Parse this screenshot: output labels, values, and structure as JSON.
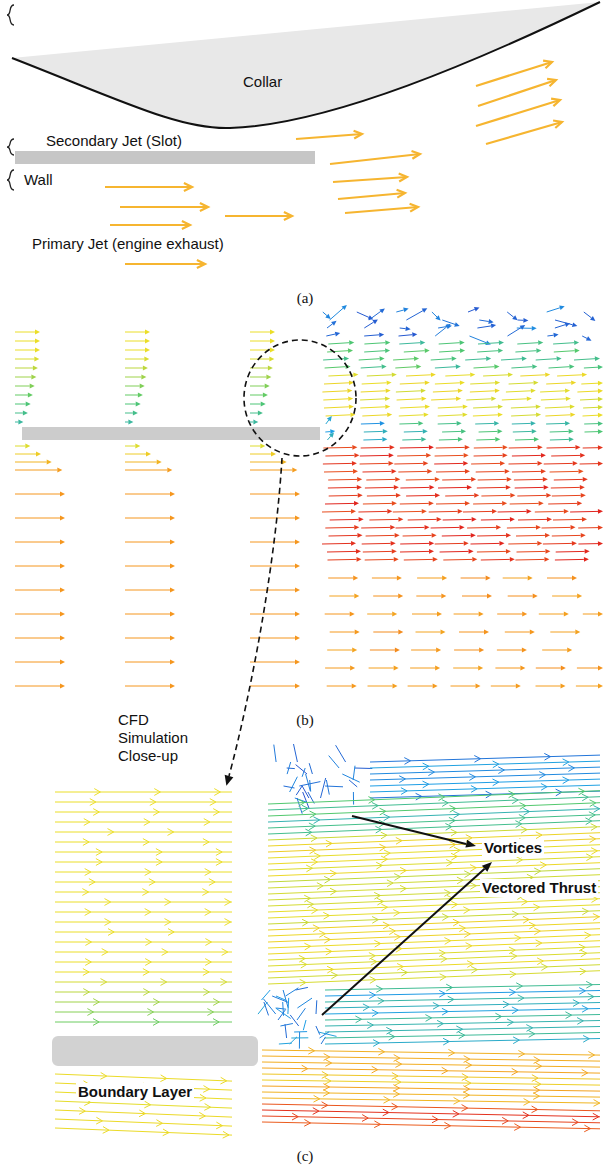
{
  "diagram": {
    "nodes": [
      {
        "text": [
          "Collar"
        ]
      }
    ],
    "labels": [
      "Secondary Jet (Slot)",
      "Wall",
      "Primary Jet (engine exhaust)",
      "(a)",
      "(b)",
      "CFD Simulation Close-up",
      "Vortices",
      "Vectored Thrust",
      "Boundary Layer",
      "(c)"
    ]
  }
}
